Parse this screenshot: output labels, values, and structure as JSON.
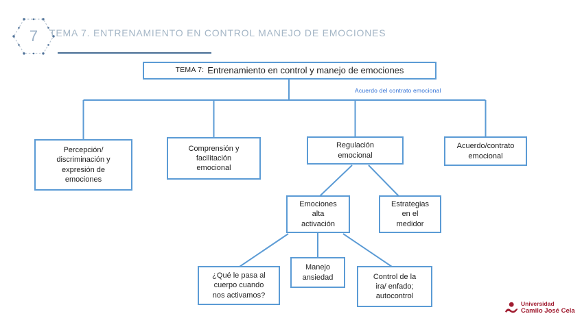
{
  "slide": {
    "badge_number": "7",
    "title": "TEMA 7. ENTRENAMIENTO EN CONTROL MANEJO DE EMOCIONES"
  },
  "diagram": {
    "root_prefix": "TEMA 7:",
    "root_label": "Entrenamiento en control y manejo de emociones",
    "annotation": "Acuerdo del contrato emocional",
    "nodes": {
      "percepcion": "Percepción/\ndiscriminación y\nexpresión de\nemociones",
      "comprension": "Comprensión y\nfacilitación\nemocional",
      "regulacion": "Regulación\nemocional",
      "acuerdo": "Acuerdo/contrato\nemocional",
      "emociones_alta": "Emociones\nalta\nactivación",
      "estrategias": "Estrategias\nen el\nmedidor",
      "que_pasa": "¿Qué le pasa al\ncuerpo cuando\nnos activamos?",
      "manejo_ansiedad": "Manejo\nansiedad",
      "control_ira": "Control de la\nira/ enfado;\nautocontrol"
    }
  },
  "logo": {
    "line1": "Universidad",
    "line2": "Camilo José Cela"
  },
  "colors": {
    "accent_blue": "#5b9bd5",
    "annotation_blue": "#2f6fd4",
    "title_gray": "#a4b6c6",
    "badge_gray": "#9db2c7",
    "underline_blue": "#7e9cba",
    "logo_red": "#a01c30",
    "node_text": "#1f1f1f",
    "background": "#ffffff"
  }
}
